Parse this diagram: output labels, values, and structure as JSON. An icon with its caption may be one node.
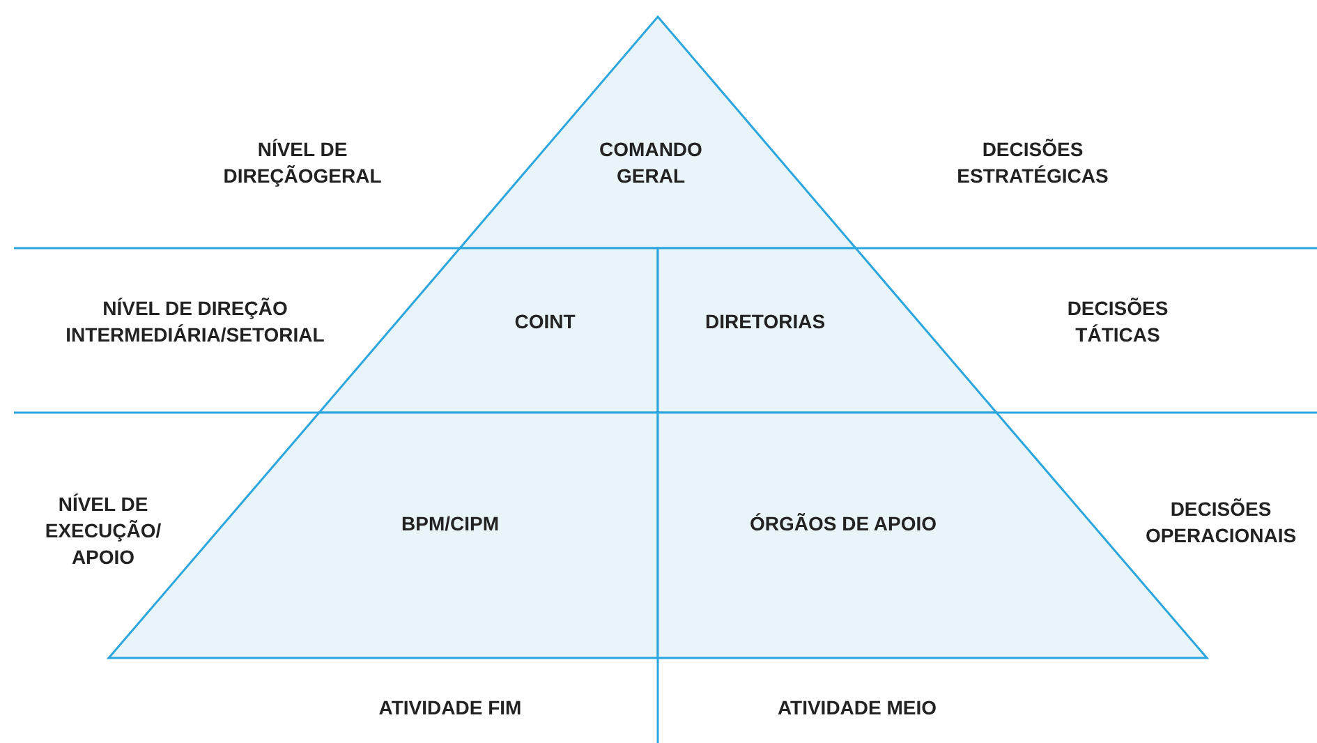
{
  "diagram": {
    "nodes": [
      {
        "text": [
          "COMANDO GERAL"
        ]
      },
      {
        "text": [
          "COINT"
        ]
      },
      {
        "text": [
          "DIRETORIAS"
        ]
      },
      {
        "text": [
          "BPM/CIPM"
        ]
      },
      {
        "text": [
          "ÓRGÃOS DE APOIO"
        ]
      }
    ],
    "labels": [
      "NÍVEL DE DIREÇÃOGERAL",
      "DECISÕES ESTRATÉGICAS",
      "NÍVEL DE DIREÇÃO INTERMEDIÁRIA/SETORIAL",
      "DECISÕES TÁTICAS",
      "NÍVEL DE EXECUÇÃO/ APOIO",
      "DECISÕES OPERACIONAIS",
      "ATIVIDADE FIM",
      "ATIVIDADE MEIO"
    ]
  }
}
